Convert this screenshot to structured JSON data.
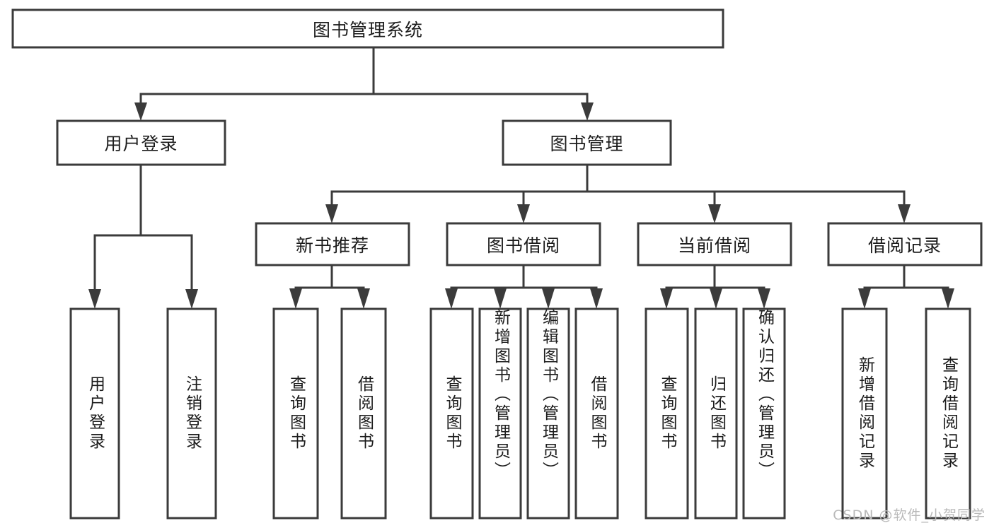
{
  "diagram": {
    "type": "tree",
    "title": "图书管理系统",
    "orientation": "top-down",
    "colors": {
      "box_stroke": "#3b3b3b",
      "box_fill": "#ffffff",
      "text": "#1c1c1c",
      "background": "#ffffff",
      "watermark": "#b9b9b9"
    },
    "root": {
      "label": "图书管理系统"
    },
    "level1": [
      {
        "label": "用户登录"
      },
      {
        "label": "图书管理"
      }
    ],
    "level2": [
      {
        "label": "新书推荐"
      },
      {
        "label": "图书借阅"
      },
      {
        "label": "当前借阅"
      },
      {
        "label": "借阅记录"
      }
    ],
    "leaves": {
      "user_login": [
        {
          "label": "用户登录"
        },
        {
          "label": "注销登录"
        }
      ],
      "new_book_recommend": [
        {
          "label": "查询图书"
        },
        {
          "label": "借阅图书"
        }
      ],
      "book_borrow": [
        {
          "label": "查询图书"
        },
        {
          "label": "新增图书（管理员）"
        },
        {
          "label": "编辑图书（管理员）"
        },
        {
          "label": "借阅图书"
        }
      ],
      "current_borrow": [
        {
          "label": "查询图书"
        },
        {
          "label": "归还图书"
        },
        {
          "label": "确认归还（管理员）"
        }
      ],
      "borrow_record": [
        {
          "label": "新增借阅记录"
        },
        {
          "label": "查询借阅记录"
        }
      ]
    },
    "edges": [
      {
        "from": "图书管理系统",
        "to": "用户登录"
      },
      {
        "from": "图书管理系统",
        "to": "图书管理"
      },
      {
        "from": "用户登录",
        "to": "用户登录"
      },
      {
        "from": "用户登录",
        "to": "注销登录"
      },
      {
        "from": "图书管理",
        "to": "新书推荐"
      },
      {
        "from": "图书管理",
        "to": "图书借阅"
      },
      {
        "from": "图书管理",
        "to": "当前借阅"
      },
      {
        "from": "图书管理",
        "to": "借阅记录"
      },
      {
        "from": "新书推荐",
        "to": "查询图书"
      },
      {
        "from": "新书推荐",
        "to": "借阅图书"
      },
      {
        "from": "图书借阅",
        "to": "查询图书"
      },
      {
        "from": "图书借阅",
        "to": "新增图书（管理员）"
      },
      {
        "from": "图书借阅",
        "to": "编辑图书（管理员）"
      },
      {
        "from": "图书借阅",
        "to": "借阅图书"
      },
      {
        "from": "当前借阅",
        "to": "查询图书"
      },
      {
        "from": "当前借阅",
        "to": "归还图书"
      },
      {
        "from": "当前借阅",
        "to": "确认归还（管理员）"
      },
      {
        "from": "借阅记录",
        "to": "新增借阅记录"
      },
      {
        "from": "借阅记录",
        "to": "查询借阅记录"
      }
    ]
  },
  "watermark": {
    "text": "CSDN @软件_小贺同学"
  }
}
